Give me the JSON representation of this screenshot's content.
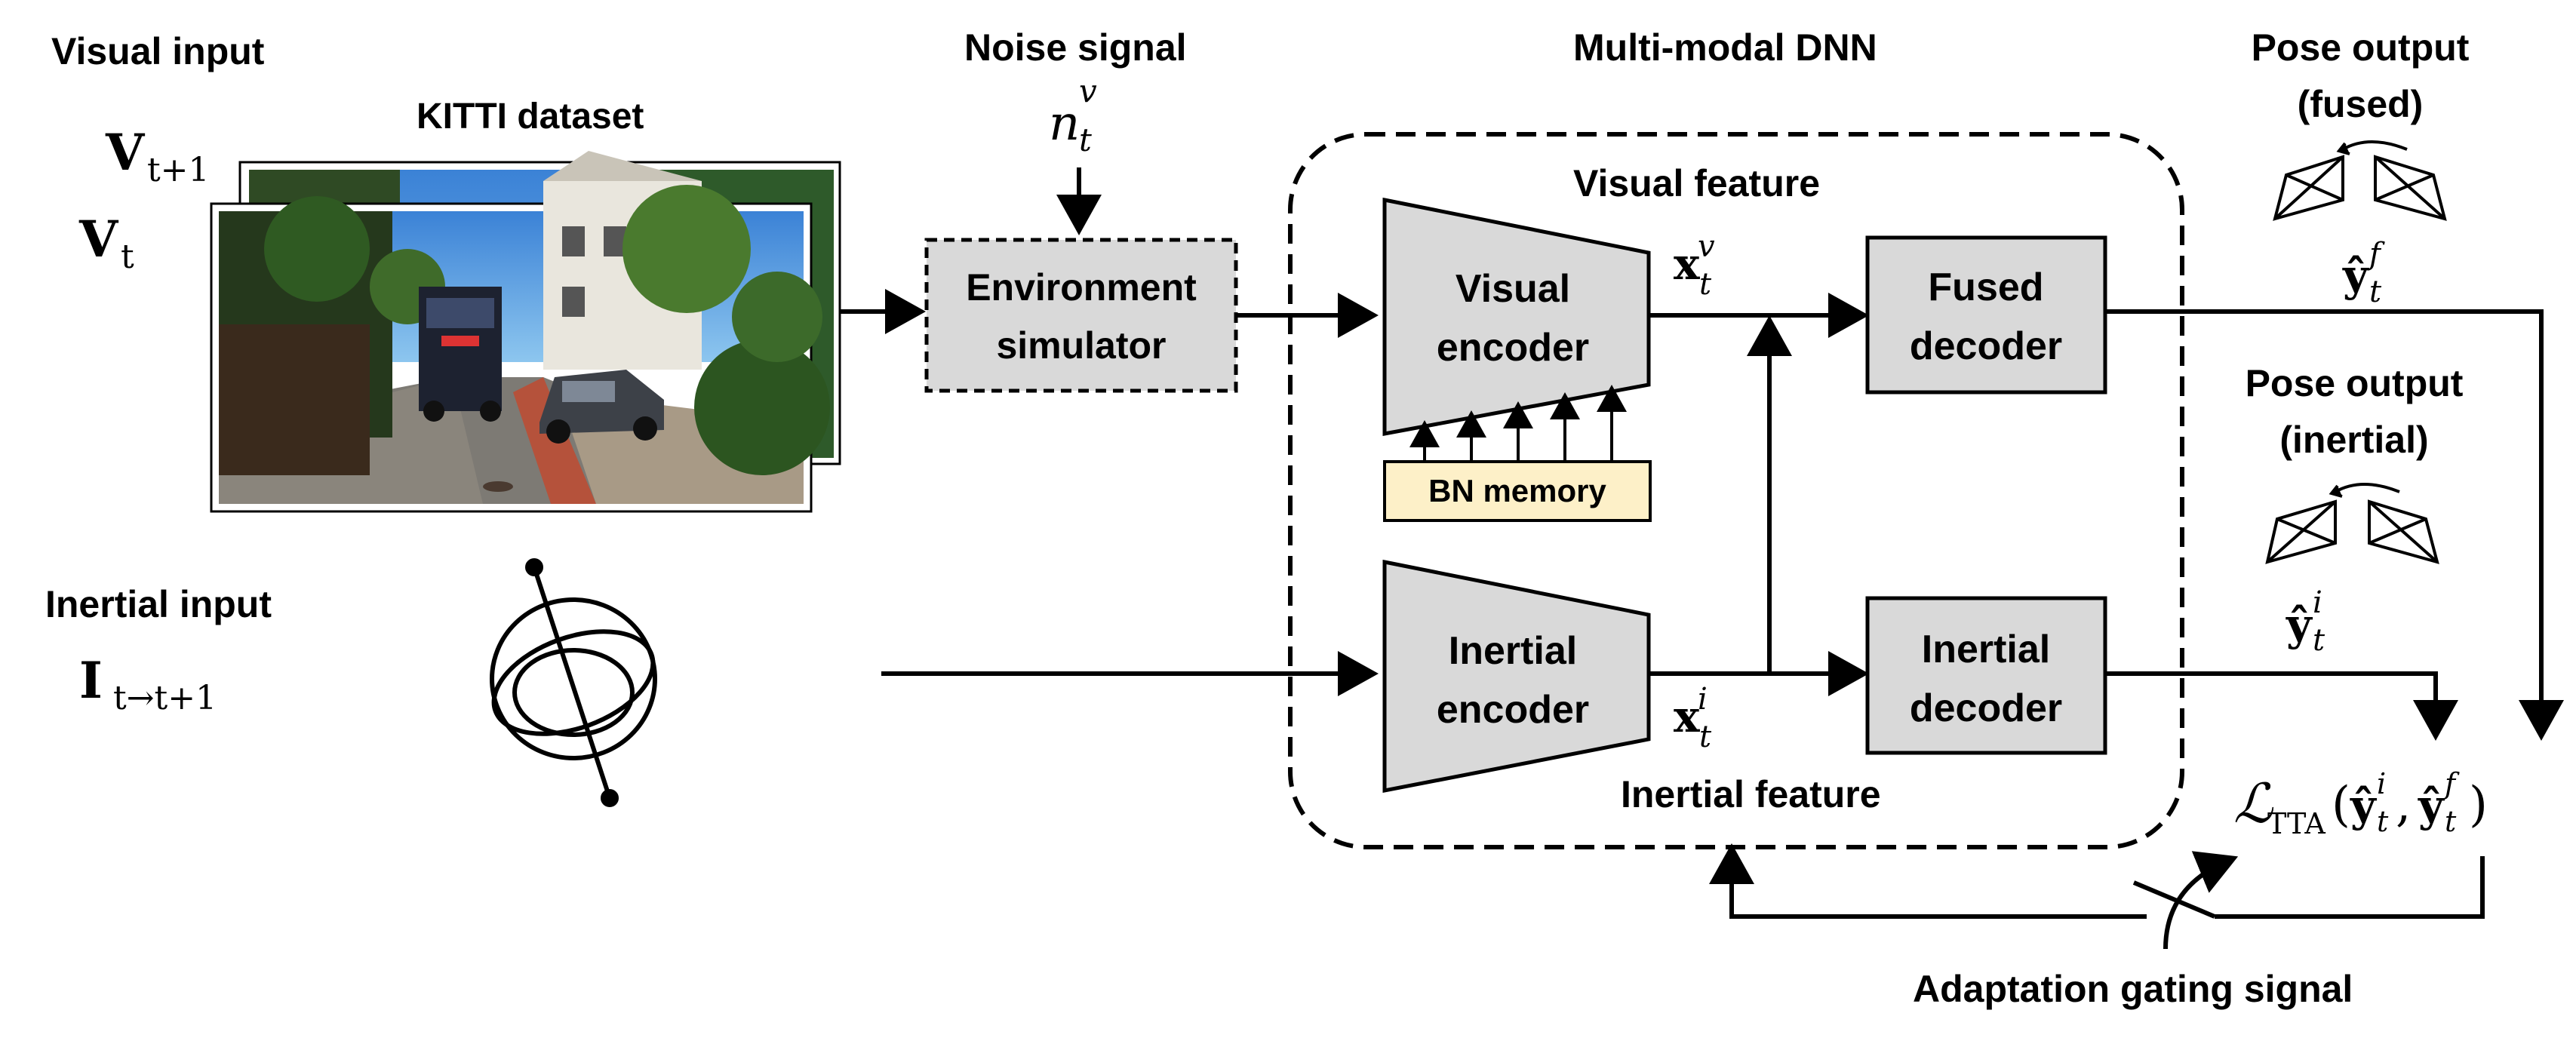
{
  "labels": {
    "visual_input": "Visual input",
    "kitti_dataset": "KITTI dataset",
    "inertial_input": "Inertial input",
    "noise_signal": "Noise signal",
    "multimodal_dnn": "Multi-modal DNN",
    "visual_feature": "Visual feature",
    "inertial_feature": "Inertial feature",
    "pose_output_fused_1": "Pose output",
    "pose_output_fused_2": "(fused)",
    "pose_output_inertial_1": "Pose output",
    "pose_output_inertial_2": "(inertial)",
    "adaptation_gating": "Adaptation gating signal"
  },
  "boxes": {
    "env_sim_1": "Environment",
    "env_sim_2": "simulator",
    "visual_enc_1": "Visual",
    "visual_enc_2": "encoder",
    "inertial_enc_1": "Inertial",
    "inertial_enc_2": "encoder",
    "fused_dec_1": "Fused",
    "fused_dec_2": "decoder",
    "inertial_dec_1": "Inertial",
    "inertial_dec_2": "decoder",
    "bn_memory": "BN memory"
  },
  "math": {
    "v_t1": "V",
    "v_t1_sub": "t+1",
    "v_t": "V",
    "v_t_sub": "t",
    "i_t": "I",
    "i_t_sub": "t→t+1",
    "noise": "n",
    "noise_sub": "t",
    "noise_sup": "v",
    "xv": "x",
    "xv_sub": "t",
    "xv_sup": "v",
    "xi": "x",
    "xi_sub": "t",
    "xi_sup": "i",
    "yf": "ŷ",
    "yf_sub": "t",
    "yf_sup": "f",
    "yi": "ŷ",
    "yi_sub": "t",
    "yi_sup": "i",
    "loss": "ℒ",
    "loss_sub": "TTA",
    "loss_args_open": "(",
    "loss_y1": "ŷ",
    "loss_y1_sub": "t",
    "loss_y1_sup": "i",
    "loss_comma": ",",
    "loss_y2": "ŷ",
    "loss_y2_sub": "t",
    "loss_y2_sup": "f",
    "loss_args_close": ")"
  },
  "colors": {
    "box_fill": "#d9d9d9",
    "bn_fill": "#fdf0c8",
    "line": "#000000",
    "sky": "#4a90d9"
  }
}
